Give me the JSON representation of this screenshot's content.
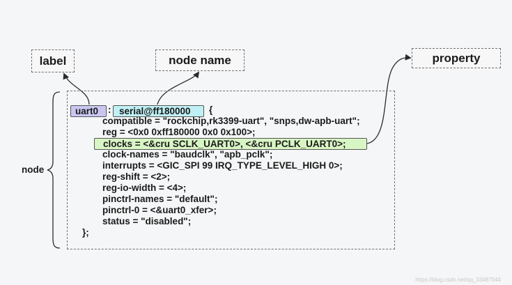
{
  "labels": {
    "label": "label",
    "node_name": "node name",
    "property": "property",
    "node": "node"
  },
  "code": {
    "label_token": "uart0",
    "colon": ":",
    "node_name_token": "serial@ff180000",
    "open_brace": "{",
    "lines": [
      "compatible = \"rockchip,rk3399-uart\", \"snps,dw-apb-uart\";",
      "reg = <0x0 0xff180000 0x0 0x100>;",
      "clocks = <&cru SCLK_UART0>, <&cru PCLK_UART0>;",
      "clock-names = \"baudclk\", \"apb_pclk\";",
      "interrupts = <GIC_SPI 99 IRQ_TYPE_LEVEL_HIGH 0>;",
      "reg-shift = <2>;",
      "reg-io-width = <4>;",
      "pinctrl-names = \"default\";",
      "pinctrl-0 = <&uart0_xfer>;",
      "status = \"disabled\";"
    ],
    "close_brace": "};"
  },
  "watermark": "https://blog.csdn.net/qq_33487044",
  "colors": {
    "label_highlight": "#c9c7f2",
    "node_name_highlight": "#bff0f5",
    "property_highlight": "#d8f5c4",
    "arrow": "#2b2b2b"
  }
}
